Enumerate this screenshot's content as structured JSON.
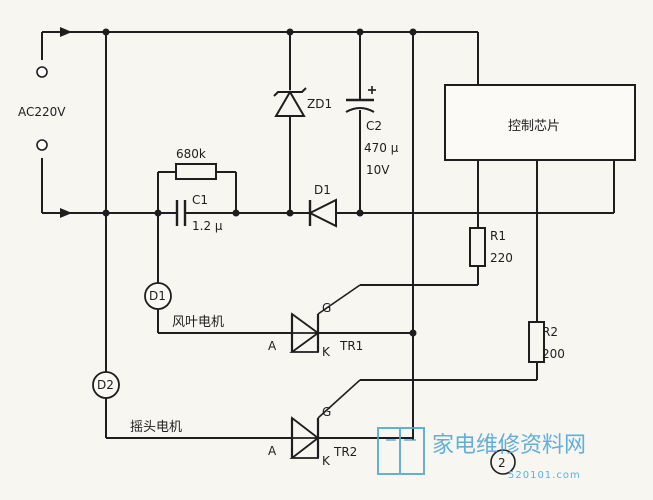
{
  "source": {
    "label": "AC220V"
  },
  "zener": {
    "label": "ZD1"
  },
  "cap_c2": {
    "name": "C2",
    "value": "470 μ",
    "voltage": "10V"
  },
  "resistor_bleed": {
    "value": "680k"
  },
  "cap_c1": {
    "name": "C1",
    "value": "1.2 μ"
  },
  "diode_d1": {
    "label": "D1"
  },
  "control_chip": {
    "label": "控制芯片"
  },
  "r1": {
    "name": "R1",
    "value": "220"
  },
  "r2": {
    "name": "R2",
    "value": "200"
  },
  "node_d1": {
    "label": "D1"
  },
  "node_d2": {
    "label": "D2"
  },
  "node_2": {
    "label": "2"
  },
  "fan_motor": {
    "label": "风叶电机"
  },
  "swing_motor": {
    "label": "摇头电机"
  },
  "tr1": {
    "name": "TR1",
    "a": "A",
    "g": "G",
    "k": "K"
  },
  "tr2": {
    "name": "TR2",
    "a": "A",
    "g": "G",
    "k": "K"
  },
  "watermark": {
    "text": "家电维修资料网",
    "url": "520101.com"
  }
}
